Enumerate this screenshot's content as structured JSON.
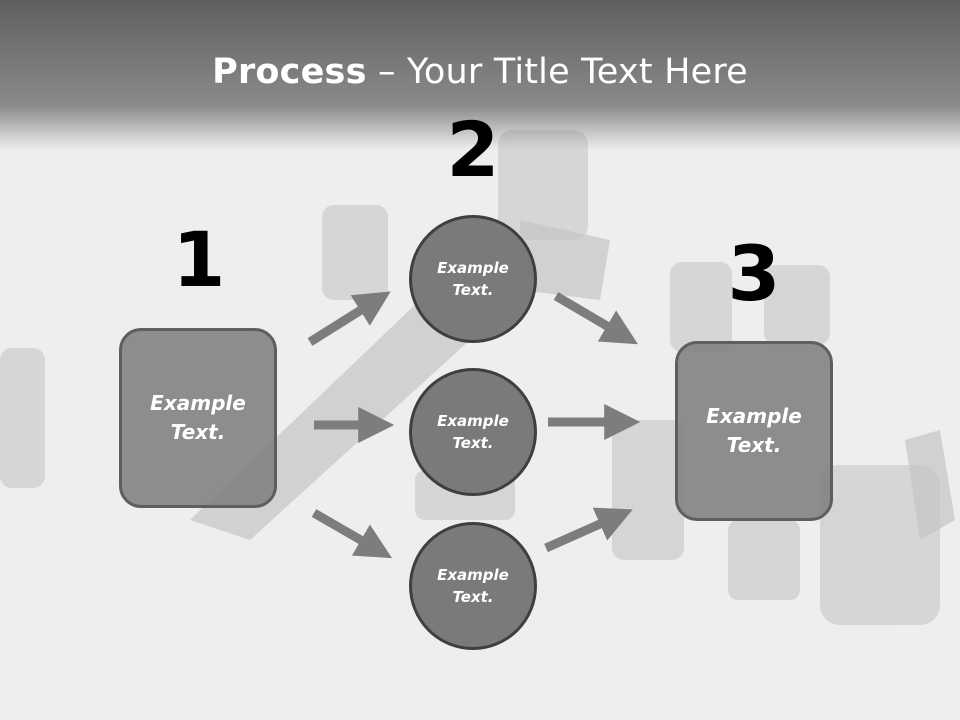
{
  "title": {
    "bold": "Process",
    "rest": " – Your Title Text Here"
  },
  "steps": {
    "one": "1",
    "two": "2",
    "three": "3"
  },
  "left_box": {
    "text": "Example\nText."
  },
  "right_box": {
    "text": "Example\nText."
  },
  "circles": [
    {
      "text": "Example\nText."
    },
    {
      "text": "Example\nText."
    },
    {
      "text": "Example\nText."
    }
  ],
  "colors": {
    "title_bar": "#6a6a6a",
    "box_fill": "#808080",
    "circle_fill": "#7a7a7a",
    "arrow": "#7d7d7d",
    "number": "#000000"
  }
}
